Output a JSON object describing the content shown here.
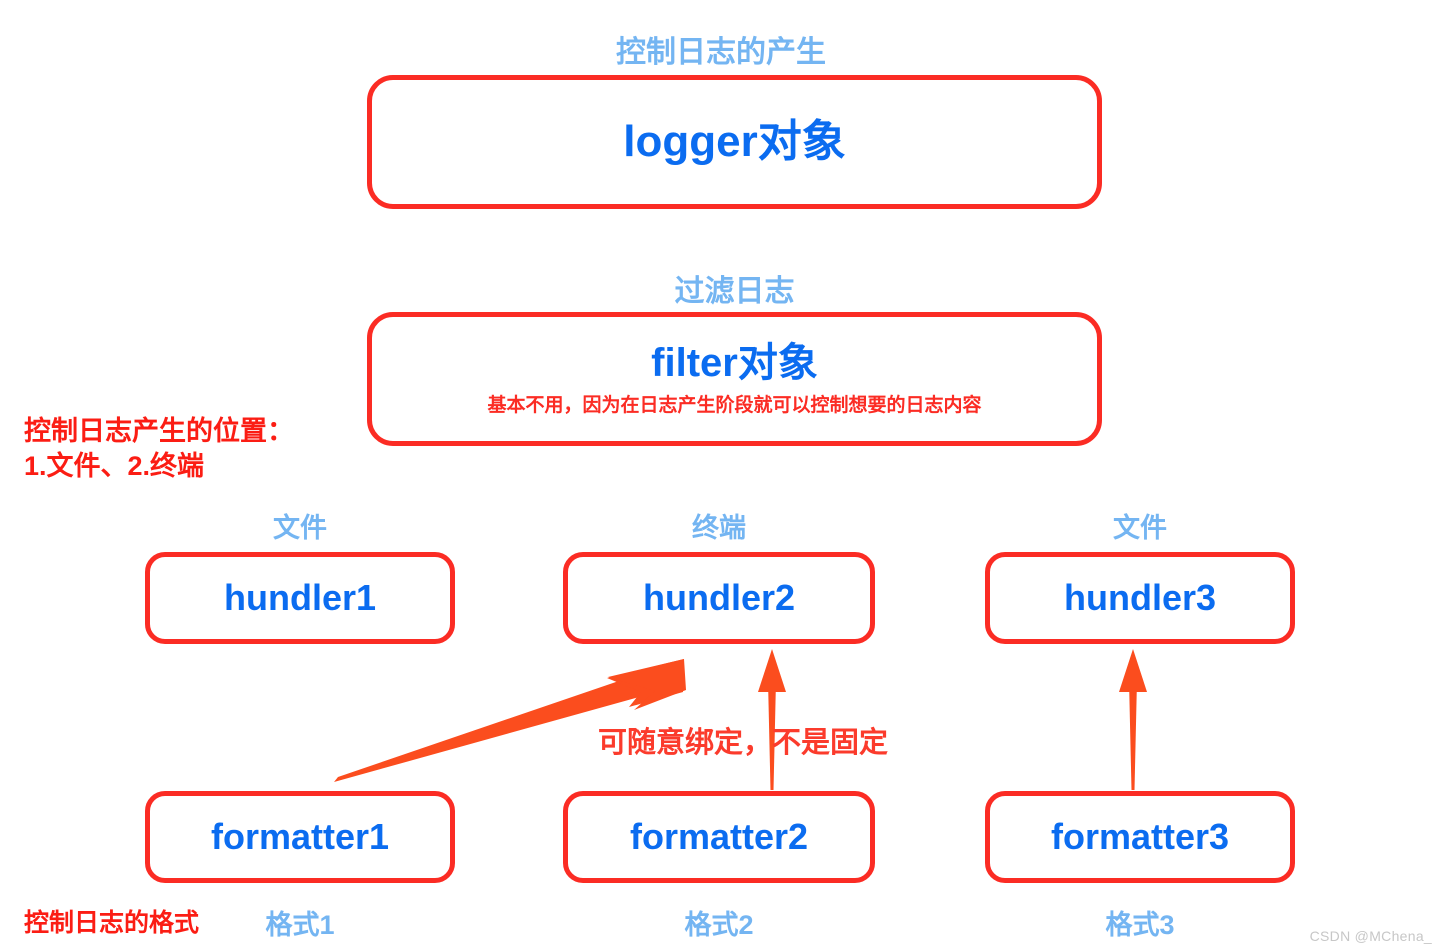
{
  "diagram": {
    "watermark": "CSDN @MChena_",
    "colors": {
      "box_border": "#fb2c24",
      "node_text": "#0b6cf0",
      "caption": "#74b5f2",
      "note": "#fb1d14",
      "arrow": "#fb4d1e",
      "background": "#ffffff"
    },
    "sections": {
      "logger": {
        "caption": "控制日志的产生",
        "box_label": "logger对象"
      },
      "filter": {
        "caption": "过滤日志",
        "box_label": "filter对象",
        "box_note": "基本不用，因为在日志产生阶段就可以控制想要的日志内容"
      },
      "handlers": {
        "note_line1": "控制日志产生的位置：",
        "note_line2": "1.文件、2.终端",
        "items": [
          {
            "caption": "文件",
            "label": "hundler1"
          },
          {
            "caption": "终端",
            "label": "hundler2"
          },
          {
            "caption": "文件",
            "label": "hundler3"
          }
        ]
      },
      "formatters": {
        "note": "控制日志的格式",
        "binding_note": "可随意绑定，不是固定",
        "items": [
          {
            "label": "formatter1",
            "caption": "格式1"
          },
          {
            "label": "formatter2",
            "caption": "格式2"
          },
          {
            "label": "formatter3",
            "caption": "格式3"
          }
        ]
      }
    },
    "arrows": [
      {
        "name": "formatter1-to-hundler2",
        "from": "formatter1",
        "to": "hundler2",
        "style": "thick-diagonal"
      },
      {
        "name": "formatter2-to-hundler2",
        "from": "formatter2",
        "to": "hundler2",
        "style": "thin-vertical"
      },
      {
        "name": "formatter3-to-hundler3",
        "from": "formatter3",
        "to": "hundler3",
        "style": "thin-vertical"
      }
    ]
  }
}
